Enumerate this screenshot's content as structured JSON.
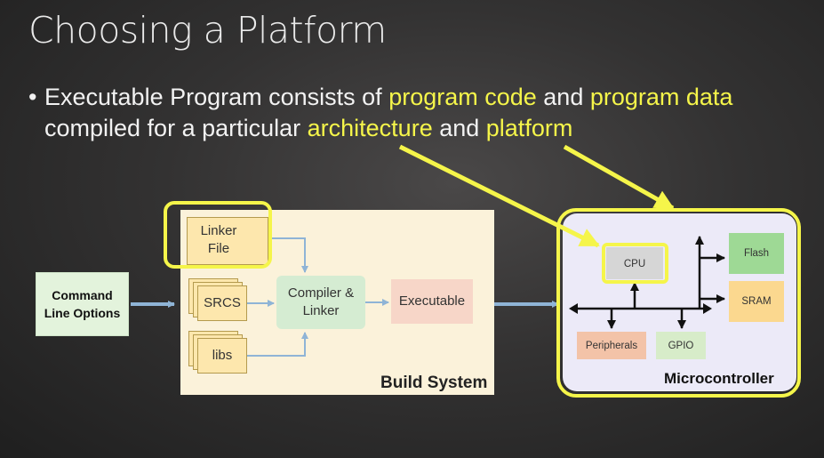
{
  "slide": {
    "title": "Choosing a Platform",
    "bullet_marker": "•",
    "bullet_line1_a": "Executable Program consists of ",
    "bullet_line1_b": "program code",
    "bullet_line1_c": " and ",
    "bullet_line1_d": "program data",
    "bullet_line2_a": "compiled for a particular ",
    "bullet_line2_b": "architecture",
    "bullet_line2_c": " and ",
    "bullet_line2_d": "platform",
    "highlight_color": "#f5f54a"
  },
  "build_system": {
    "label": "Build System",
    "linker_file_line1": "Linker",
    "linker_file_line2": "File",
    "srcs": "SRCS",
    "libs": "libs",
    "compiler_line1": "Compiler &",
    "compiler_line2": "Linker",
    "executable": "Executable",
    "command_line1": "Command",
    "command_line2": "Line Options"
  },
  "microcontroller": {
    "label": "Microcontroller",
    "cpu": "CPU",
    "flash": "Flash",
    "sram": "SRAM",
    "peripherals": "Peripherals",
    "gpio": "GPIO"
  }
}
